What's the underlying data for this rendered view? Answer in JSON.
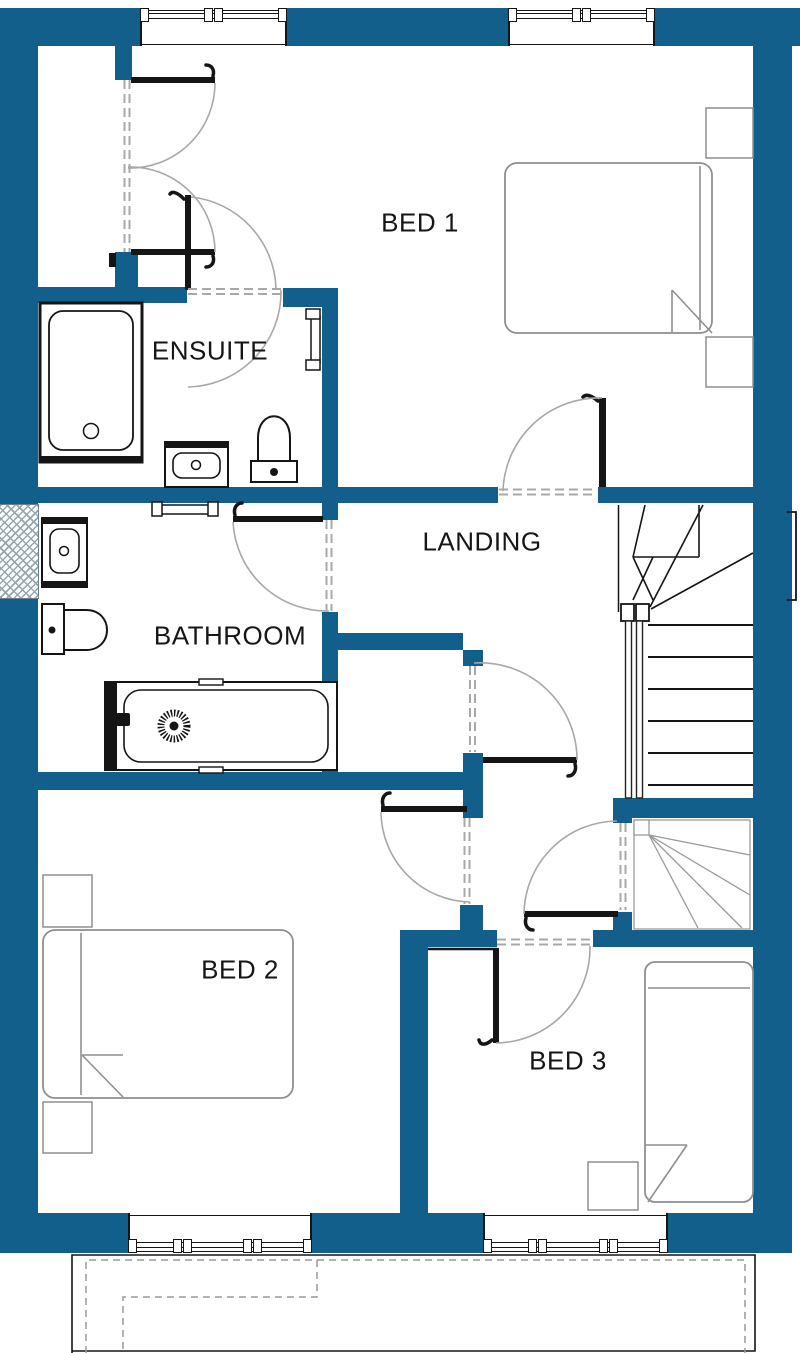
{
  "plan": {
    "type": "floor-plan",
    "rooms": {
      "bed1": {
        "label": "BED 1"
      },
      "bed2": {
        "label": "BED 2"
      },
      "bed3": {
        "label": "BED 3"
      },
      "ensuite": {
        "label": "ENSUITE"
      },
      "bathroom": {
        "label": "BATHROOM"
      },
      "landing": {
        "label": "LANDING"
      }
    },
    "fixtures": {
      "ensuite": [
        "shower",
        "washbasin",
        "toilet",
        "radiator",
        "door"
      ],
      "bathroom": [
        "bath",
        "washbasin",
        "toilet",
        "radiator",
        "door"
      ],
      "bed1": [
        "double-bed",
        "bedside-table",
        "bedside-table",
        "wardrobe-doors"
      ],
      "bed2": [
        "double-bed",
        "bedside-table",
        "bedside-table",
        "door"
      ],
      "bed3": [
        "single-bed",
        "bedside-table",
        "over-stairs-cupboard",
        "door"
      ],
      "landing": [
        "staircase",
        "airing-cupboard",
        "doors"
      ]
    },
    "windows": [
      "bed1-front",
      "bed1-front-left",
      "bed2-rear",
      "bed3-rear"
    ]
  },
  "colors": {
    "wall": "#115F8A",
    "line": "#151515",
    "furn": "#8F8F8F",
    "swing": "#A8A8A8",
    "hatch": "#93A7B3",
    "bg": "#FFFFFF",
    "label": "#161616"
  }
}
